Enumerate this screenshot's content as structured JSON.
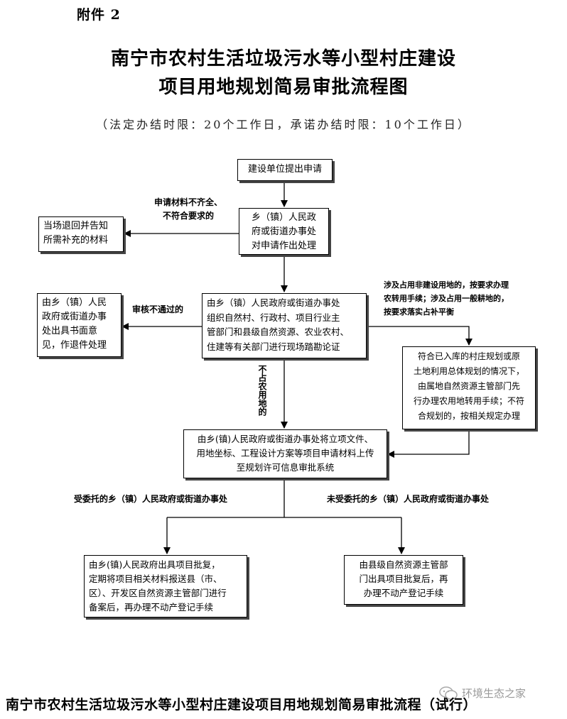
{
  "header": {
    "attachment": "附件 2",
    "title_line1": "南宁市农村生活垃圾污水等小型村庄建设",
    "title_line2": "项目用地规划简易审批流程图",
    "subtitle": "（法定办结时限：20个工作日，承诺办结时限：10个工作日）"
  },
  "flow": {
    "apply": "建设单位提出申请",
    "township_review": [
      "乡（镇）人民政",
      "府或街道办事处",
      "对申请作出处理"
    ],
    "reject_note": [
      "申请材料不齐全、",
      "不符合要求的"
    ],
    "return_box": [
      "当场退回并告知",
      "所需补充的材料"
    ],
    "site_survey": [
      "由乡（镇）人民政府或街道办事处",
      "组织自然村、行政村、项目行业主",
      "管部门和县级自然资源、农业农村、",
      "住建等有关部门进行现场踏勘论证"
    ],
    "fail_note": "审核不通过的",
    "fail_box": [
      "由乡（镇）人民",
      "政府或街道办事",
      "处出具书面意",
      "见，作退件处理"
    ],
    "farmland_note": [
      "涉及占用非建设用地的，按要求办理",
      "农转用手续；涉及占用一般耕地的，",
      "按要求落实占补平衡"
    ],
    "farmland_box": [
      "符合已入库的村庄规划或原",
      "土地利用总体规划的情况下，",
      "由属地自然资源主管部门先",
      "行办理农用地转用手续；不符",
      "合规划的，按相关规定办理"
    ],
    "no_farmland_note": "不占农用地的",
    "upload_box": [
      "由乡(镇)人民政府或街道办事处将立项文件、",
      "用地坐标、工程设计方案等项目申请材料上传",
      "至规划许可信息审批系统"
    ],
    "entrusted_note": "受委托的乡（镇）人民政府或街道办事处",
    "not_entrusted_note": "未受委托的乡（镇）人民政府或街道办事处",
    "entrusted_box": [
      "由乡(镇)人民政府出具项目批复，",
      "定期将项目相关材料报送县（市、",
      "区）、开发区自然资源主管部门进行",
      "备案后，再办理不动产登记手续"
    ],
    "not_entrusted_box": [
      "由县级自然资源主管部",
      "门出具项目批复后，再",
      "办理不动产登记手续"
    ]
  },
  "footer": {
    "caption": "南宁市农村生活垃圾污水等小型村庄建设项目用地规划简易审批流程（试行）",
    "watermark": "环境生态之家"
  }
}
